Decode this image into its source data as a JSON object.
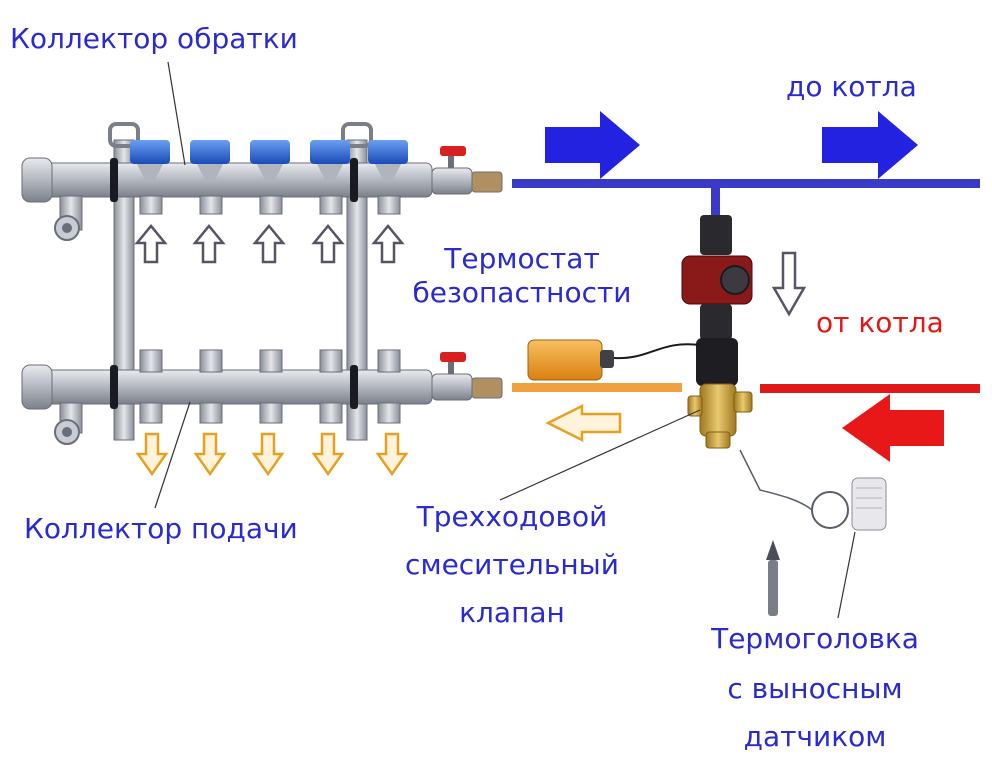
{
  "labels": {
    "return_manifold": "Коллектор обратки",
    "to_boiler": "до котла",
    "safety_thermostat_line1": "Термостат",
    "safety_thermostat_line2": "безопастности",
    "from_boiler": "от котла",
    "supply_manifold": "Коллектор подачи",
    "mixing_valve_line1": "Трехходовой",
    "mixing_valve_line2": "смесительный",
    "mixing_valve_line3": "клапан",
    "thermo_head_line1": "Термоголовка",
    "thermo_head_line2": "с выносным",
    "thermo_head_line3": "датчиком"
  },
  "colors": {
    "label_text": "#2a2ad0",
    "from_boiler_text": "#e01818",
    "return_pipe": "#3a3ac8",
    "supply_pipe": "#e01818",
    "mixed_pipe": "#f0a040",
    "blue_arrow": "#2222e0",
    "red_arrow": "#e81818",
    "outline_arrow": "#555566",
    "orange_arrow": "#e8a020",
    "manifold_metal": "#b8bcc4",
    "valve_cap": "#2a6ad8",
    "pump_body": "#8a1a1a",
    "thermostat_body": "#f0a030",
    "brass": "#c8a040"
  },
  "icons": {
    "up_outline_arrow": "up-outline-arrow-icon",
    "down_outline_arrow": "down-outline-arrow-icon",
    "right_blue_arrow": "right-arrow-icon",
    "left_red_arrow": "left-arrow-icon",
    "left_orange_outline_arrow": "left-outline-arrow-icon"
  }
}
